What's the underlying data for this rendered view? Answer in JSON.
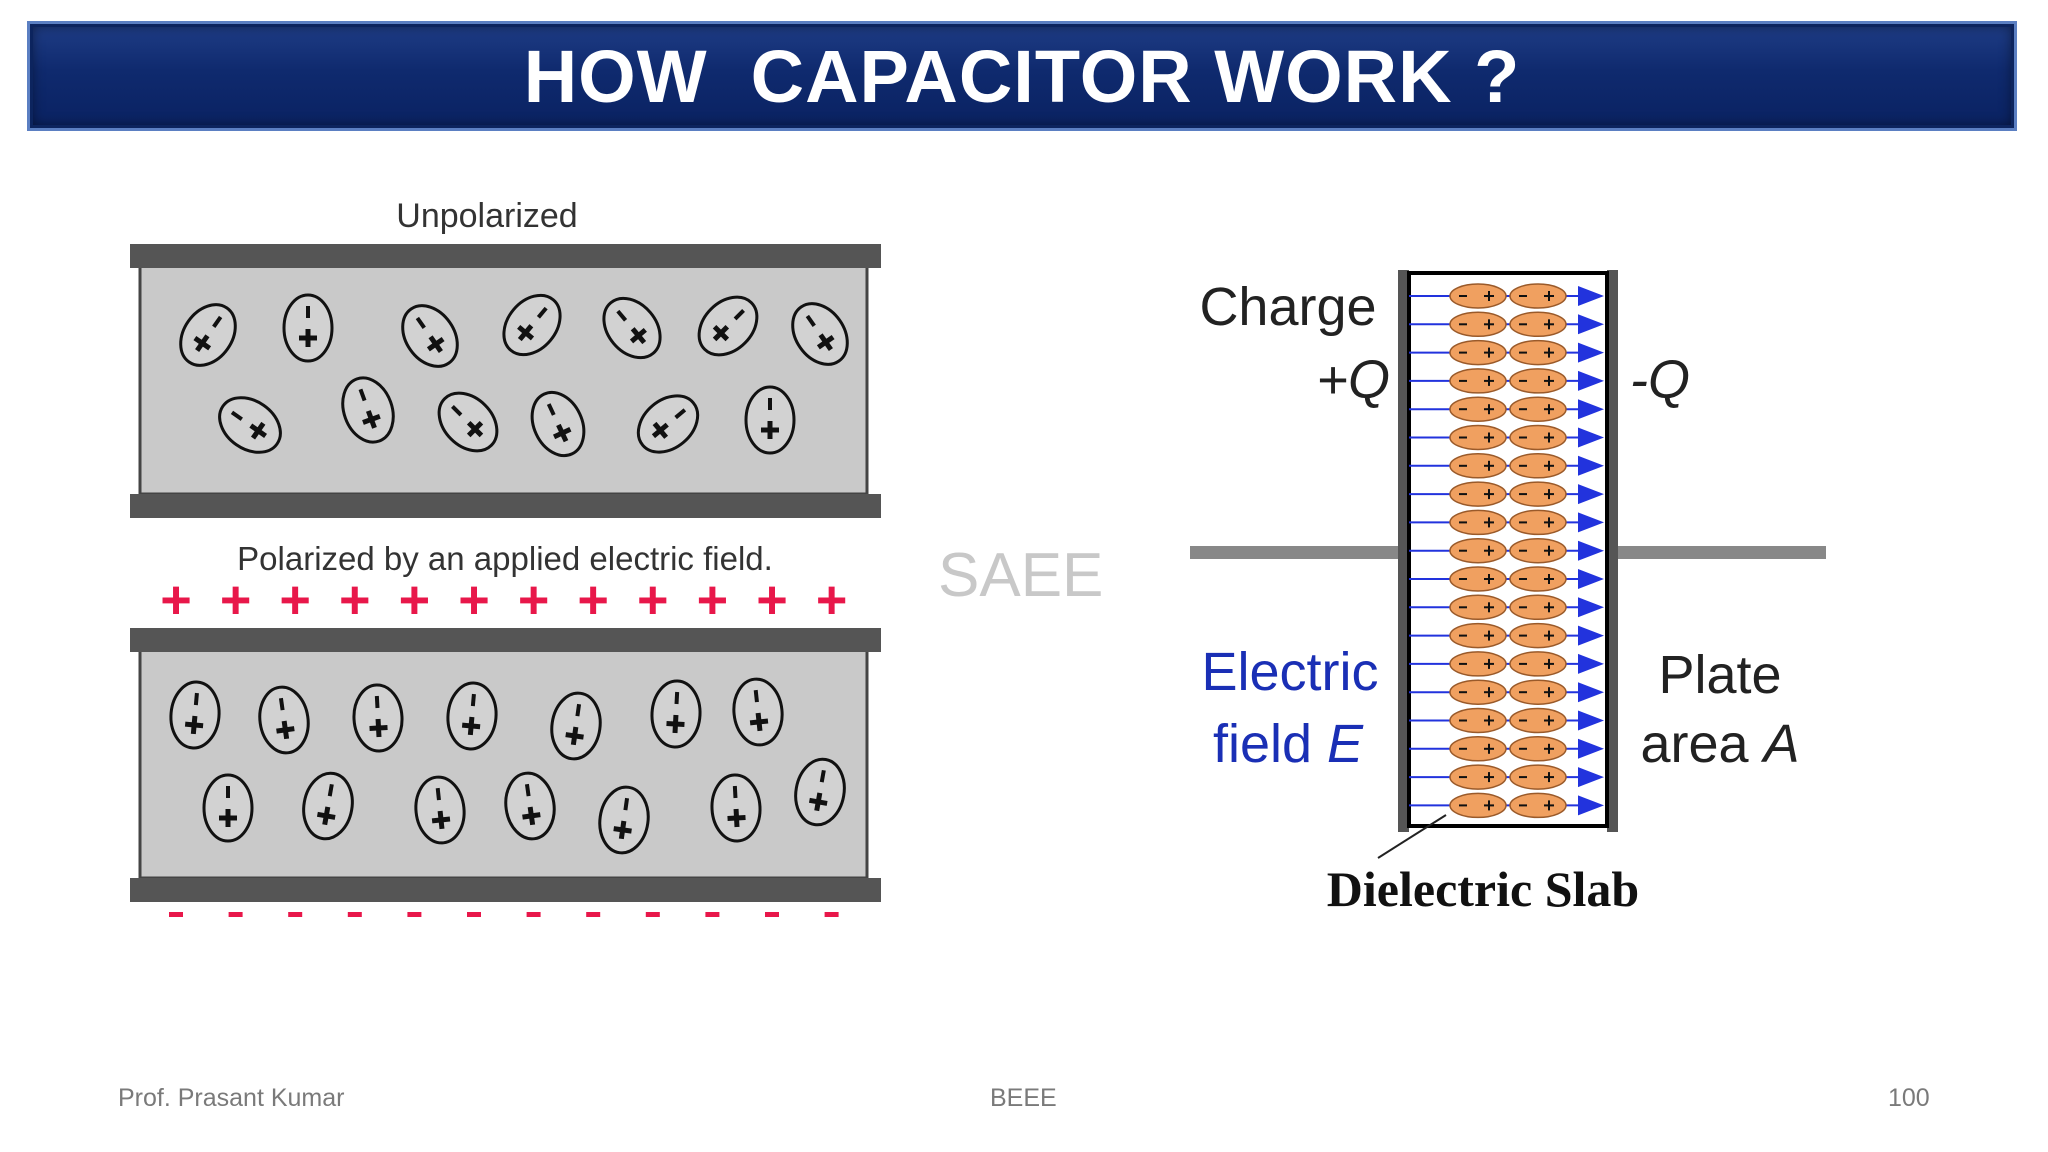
{
  "slide": {
    "title": "HOW  CAPACITOR WORK ?",
    "watermark": "SAEE"
  },
  "left_figure": {
    "top_label": "Unpolarized",
    "bottom_label": "Polarized by an applied electric field.",
    "positive_sign": "+",
    "negative_sign": "-",
    "sign_count": 12,
    "colors": {
      "plate": "#555555",
      "dielectric": "#c9c9c9",
      "sign": "#e8174a"
    }
  },
  "right_figure": {
    "charge_label": "Charge",
    "positive_charge": "+Q",
    "negative_charge": "-Q",
    "field_label_line1": "Electric",
    "field_label_line2_prefix": "field ",
    "field_label_symbol": "E",
    "plate_label_line1": "Plate",
    "plate_label_line2_prefix": "area ",
    "plate_label_symbol": "A",
    "slab_label": "Dielectric Slab",
    "colors": {
      "dipole": "#f0a060",
      "field": "#2233dd",
      "wire": "#888888",
      "field_text": "#1a2fb5"
    }
  },
  "footer": {
    "author": "Prof. Prasant Kumar",
    "course": "BEEE",
    "page": "100"
  }
}
